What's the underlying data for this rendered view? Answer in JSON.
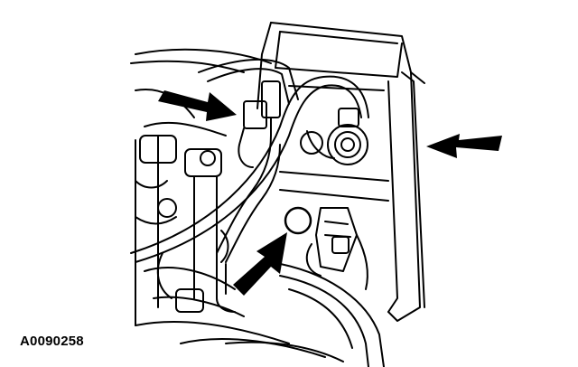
{
  "figure": {
    "id_label": "A0090258"
  },
  "colors": {
    "line": "#000000",
    "background": "#ffffff"
  },
  "callouts": [
    {
      "name": "upper-left-arrow",
      "points_to": "connector-clip"
    },
    {
      "name": "right-arrow",
      "points_to": "module-housing"
    },
    {
      "name": "lower-arrow",
      "points_to": "port-o-ring"
    }
  ]
}
